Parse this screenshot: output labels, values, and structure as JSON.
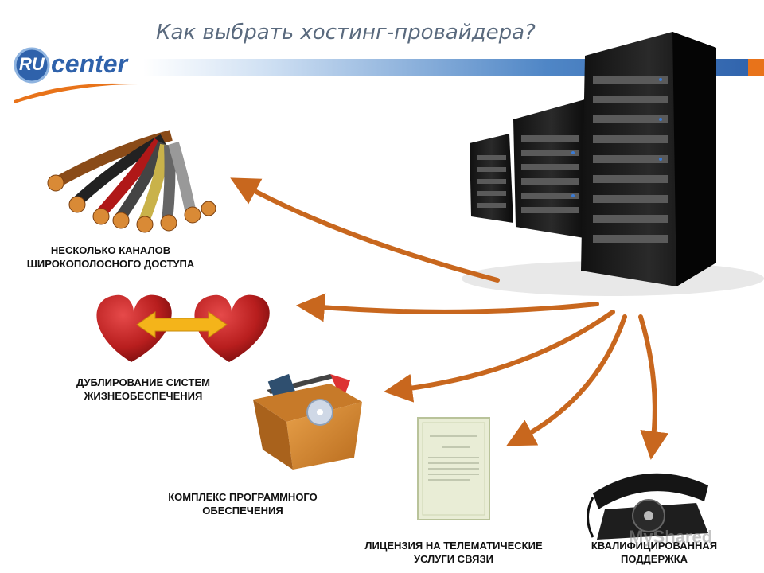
{
  "slide": {
    "title": "Как выбрать хостинг-провайдера?",
    "logo": {
      "part1": "RU",
      "part2": "center"
    },
    "colors": {
      "accent": "#e8731a",
      "brand_blue": "#2f62ab",
      "arrow": "#c8671e"
    }
  },
  "items": [
    {
      "id": "channels",
      "icon": "cables-icon",
      "line1": "НЕСКОЛЬКО КАНАЛОВ",
      "line2": "ШИРОКОПОЛОСНОГО ДОСТУПА"
    },
    {
      "id": "redundancy",
      "icon": "hearts-icon",
      "line1": "ДУБЛИРОВАНИЕ СИСТЕМ",
      "line2": "ЖИЗНЕОБЕСПЕЧЕНИЯ"
    },
    {
      "id": "software",
      "icon": "software-box-icon",
      "line1": "КОМПЛЕКС ПРОГРАММНОГО",
      "line2": "ОБЕСПЕЧЕНИЯ"
    },
    {
      "id": "license",
      "icon": "license-document-icon",
      "line1": "ЛИЦЕНЗИЯ НА ТЕЛЕМАТИЧЕСКИЕ",
      "line2": "УСЛУГИ СВЯЗИ"
    },
    {
      "id": "support",
      "icon": "telephone-icon",
      "line1": "КВАЛИФИЦИРОВАННАЯ",
      "line2": "ПОДДЕРЖКА"
    }
  ],
  "watermark": "MyShared"
}
